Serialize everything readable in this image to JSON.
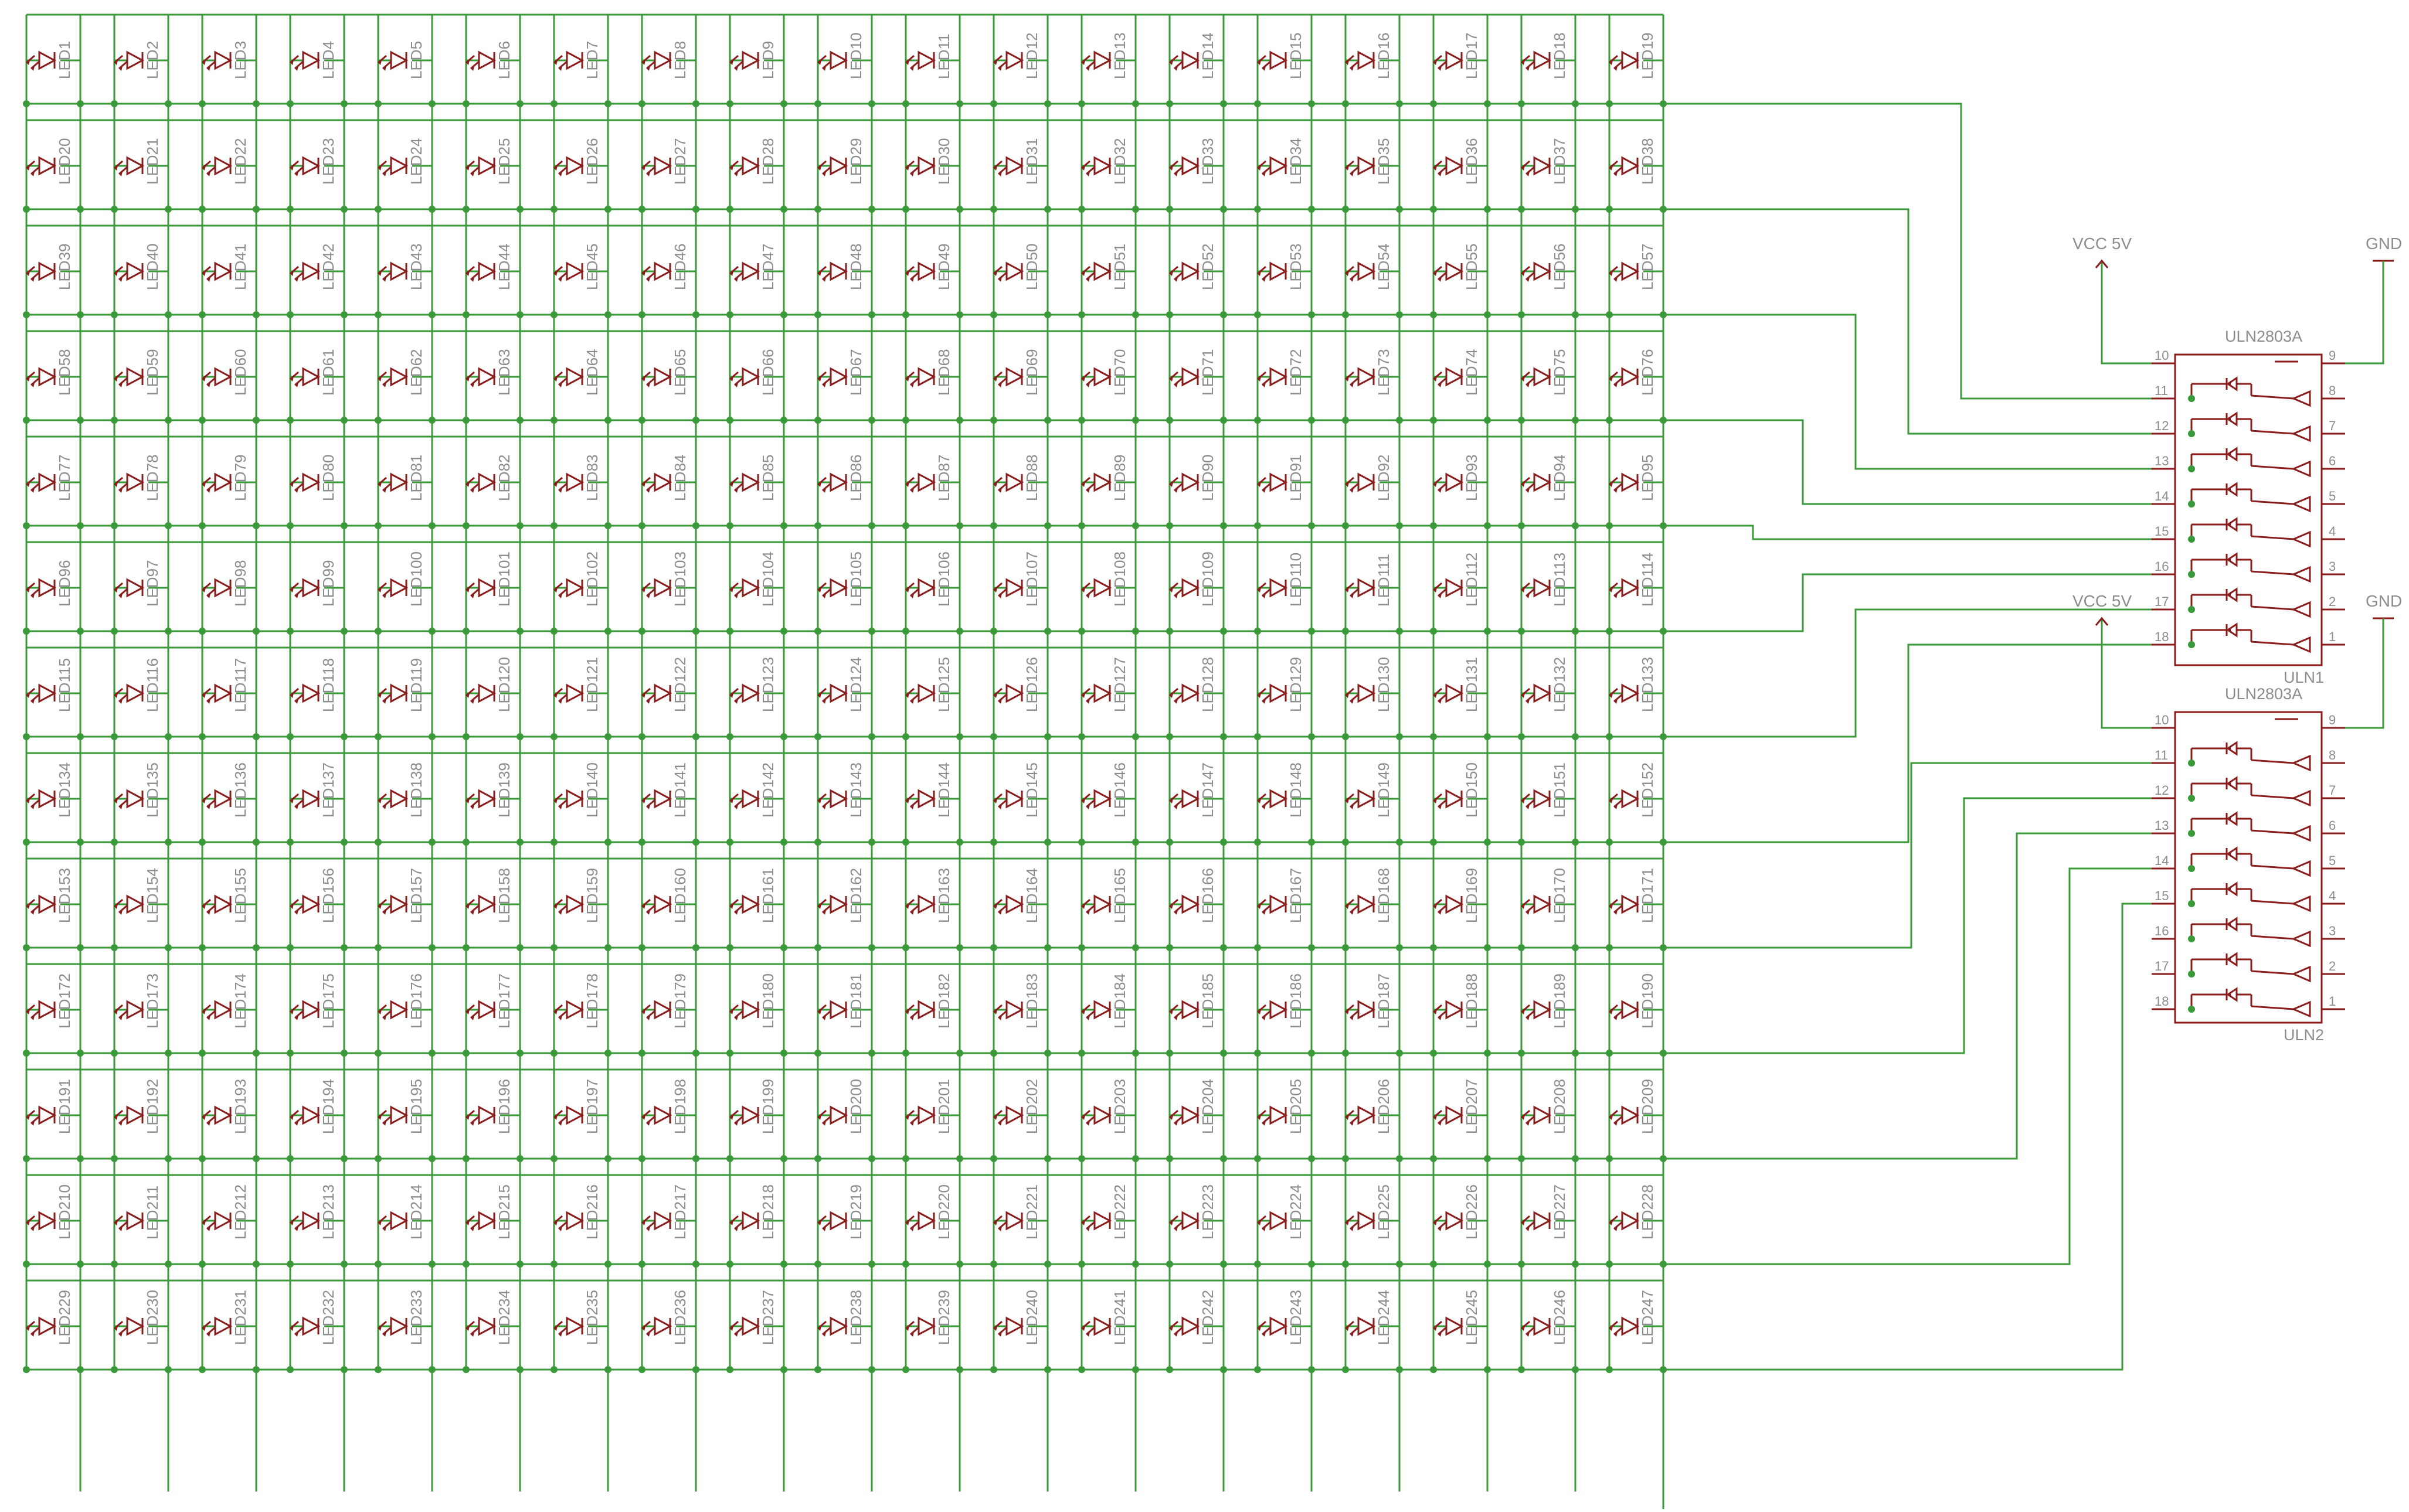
{
  "schematic": {
    "led_matrix": {
      "rows": 13,
      "columns": 19,
      "label_prefix": "LED",
      "first_index": 1,
      "last_index": 247
    },
    "drivers": [
      {
        "name": "ULN1",
        "part": "ULN2803A",
        "left_pins": [
          "10",
          "11",
          "12",
          "13",
          "14",
          "15",
          "16",
          "17",
          "18"
        ],
        "right_pins": [
          "9",
          "8",
          "7",
          "6",
          "5",
          "4",
          "3",
          "2",
          "1"
        ],
        "vcc_label": "VCC 5V",
        "gnd_label": "GND"
      },
      {
        "name": "ULN2",
        "part": "ULN2803A",
        "left_pins": [
          "10",
          "11",
          "12",
          "13",
          "14",
          "15",
          "16",
          "17",
          "18"
        ],
        "right_pins": [
          "9",
          "8",
          "7",
          "6",
          "5",
          "4",
          "3",
          "2",
          "1"
        ],
        "vcc_label": "VCC 5V",
        "gnd_label": "GND"
      }
    ],
    "colors": {
      "wire": "#3a9a3a",
      "component": "#8b1c1c",
      "label": "#8c8c8c",
      "background": "#ffffff"
    }
  }
}
